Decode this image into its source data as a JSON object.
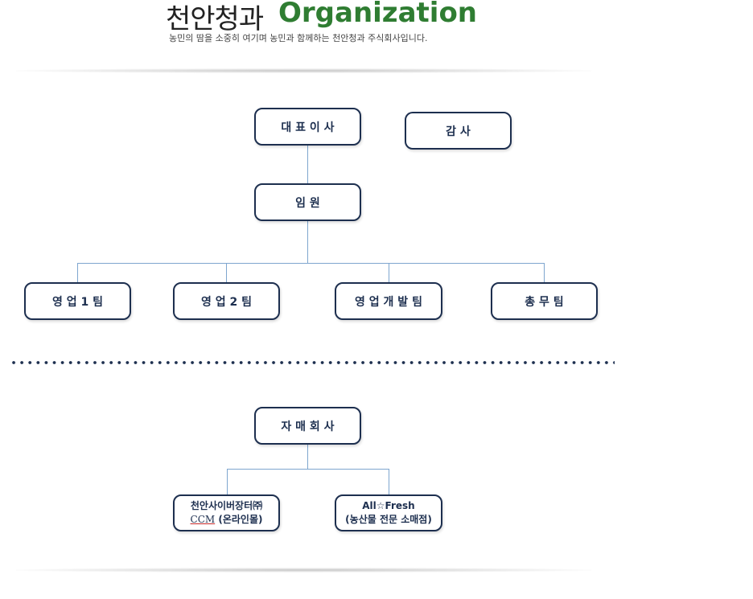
{
  "header": {
    "title_ko": "천안청과",
    "title_en": "Organization",
    "subtitle": "농민의 땀을 소중히 여기며 농민과 함께하는  천안청과 주식회사입니다."
  },
  "org": {
    "ceo": "대 표 이 사",
    "auditor": "감  사",
    "executive": "임  원",
    "teams": [
      "영 업 1 팀",
      "영 업 2 팀",
      "영 업 개 발 팀",
      "총  무  팀"
    ]
  },
  "subsidiaries": {
    "root": "자  매  회  사",
    "items": [
      {
        "line1": "천안사이버장터㈜",
        "ccm": "CCM",
        "line2_rest": " (온라인몰)"
      },
      {
        "line1": "All☆Fresh",
        "line2": "(농산물 전문 소매점)"
      }
    ]
  },
  "colors": {
    "box_border": "#1d2f4f",
    "connector": "#7ea6cf",
    "title_green": "#2f7d32"
  }
}
